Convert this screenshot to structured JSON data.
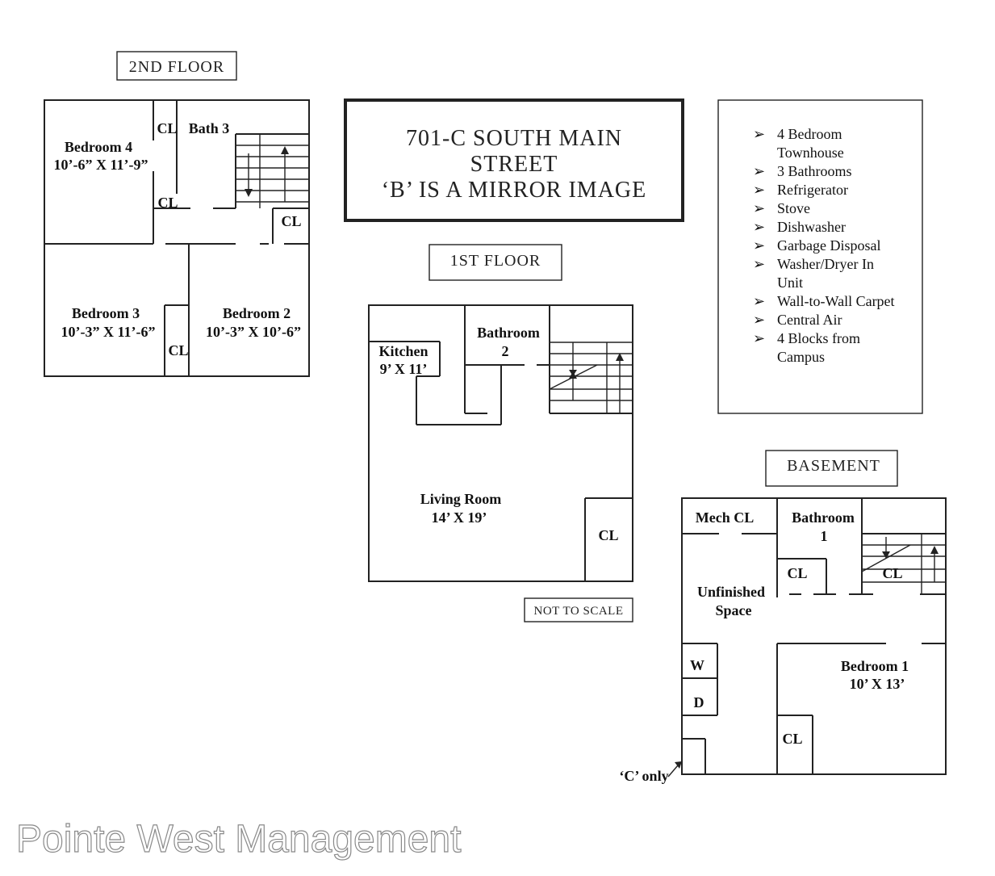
{
  "headers": {
    "second_floor": "2ND FLOOR",
    "first_floor": "1ST FLOOR",
    "basement": "BASEMENT",
    "not_to_scale": "NOT TO SCALE"
  },
  "title": {
    "line1": "701-C SOUTH MAIN",
    "line2": "STREET",
    "line3": "‘B’ IS A MIRROR IMAGE"
  },
  "features": [
    [
      "4 Bedroom",
      "Townhouse"
    ],
    [
      "3 Bathrooms"
    ],
    [
      "Refrigerator"
    ],
    [
      "Stove"
    ],
    [
      "Dishwasher"
    ],
    [
      "Garbage Disposal"
    ],
    [
      "Washer/Dryer In",
      "Unit"
    ],
    [
      "Wall-to-Wall Carpet"
    ],
    [
      "Central Air"
    ],
    [
      "4 Blocks from",
      "Campus"
    ]
  ],
  "second_floor": {
    "bedroom4": "Bedroom 4",
    "bedroom4_size": "10’-6” X 11’-9”",
    "bath3": "Bath 3",
    "cl_a": "CL",
    "cl_b": "CL",
    "cl_c": "CL",
    "bedroom3": "Bedroom 3",
    "bedroom3_size": "10’-3” X 11’-6”",
    "cl_d": "CL",
    "bedroom2": "Bedroom 2",
    "bedroom2_size": "10’-3” X 10’-6”"
  },
  "first_floor": {
    "kitchen": "Kitchen",
    "kitchen_size": "9’ X 11’",
    "bathroom": "Bathroom",
    "bathroom_num": "2",
    "living": "Living Room",
    "living_size": "14’ X 19’",
    "cl": "CL"
  },
  "basement": {
    "mech": "Mech CL",
    "bathroom": "Bathroom",
    "bathroom_num": "1",
    "cl_a": "CL",
    "cl_b": "CL",
    "unfinished": "Unfinished",
    "space": "Space",
    "w": "W",
    "d": "D",
    "bedroom1": "Bedroom 1",
    "bedroom1_size": "10’ X 13’",
    "cl_c": "CL",
    "c_only": "‘C’ only"
  },
  "watermark": "Pointe West Management"
}
